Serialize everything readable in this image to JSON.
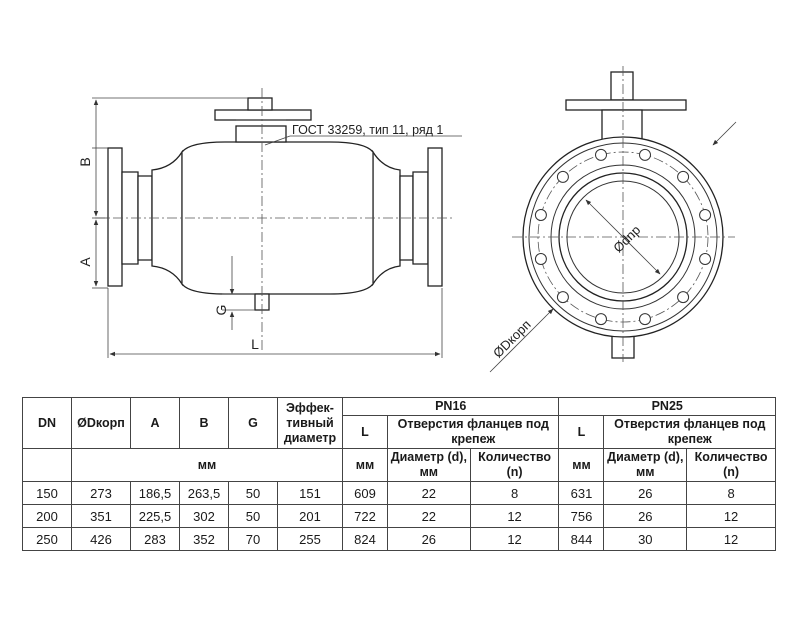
{
  "drawing": {
    "labels": {
      "b": "B",
      "a": "A",
      "g": "G",
      "l": "L",
      "gost": "ГОСТ 33259, тип 11, ряд 1",
      "dnp": "Ødnp",
      "dkorp": "ØDкорп"
    }
  },
  "table": {
    "headers": {
      "dn": "DN",
      "dkorp": "ØDкорп",
      "a": "A",
      "b": "B",
      "g": "G",
      "eff": "Эффек-тивный диаметр",
      "pn16": "PN16",
      "pn25": "PN25",
      "l": "L",
      "holes": "Отверстия фланцев под крепеж",
      "mm": "мм",
      "diam": "Диаметр (d), мм",
      "qty": "Количество (n)"
    },
    "rows": [
      [
        "150",
        "273",
        "186,5",
        "263,5",
        "50",
        "151",
        "609",
        "22",
        "8",
        "631",
        "26",
        "8"
      ],
      [
        "200",
        "351",
        "225,5",
        "302",
        "50",
        "201",
        "722",
        "22",
        "12",
        "756",
        "26",
        "12"
      ],
      [
        "250",
        "426",
        "283",
        "352",
        "70",
        "255",
        "824",
        "26",
        "12",
        "844",
        "30",
        "12"
      ]
    ]
  }
}
